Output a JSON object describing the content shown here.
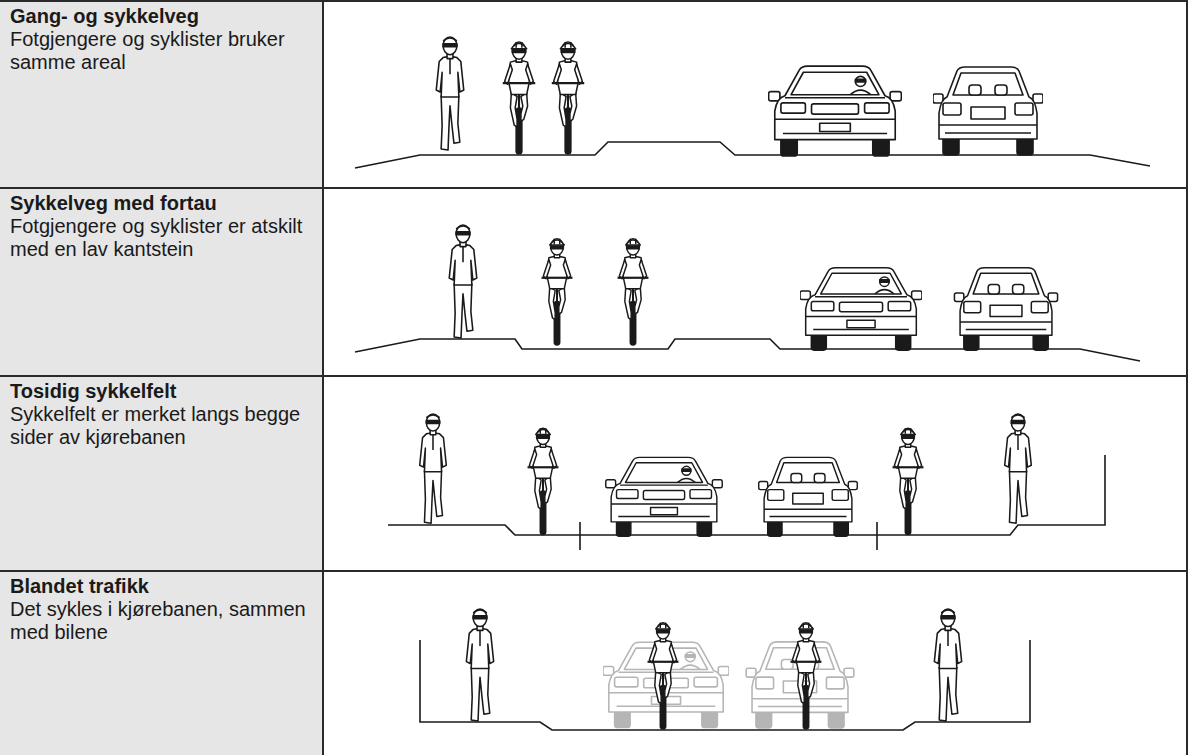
{
  "diagram": {
    "nodes": [
      {
        "text": [
          "Gang- og sykkelveg",
          "Fotgjengere og syklister bruker samme areal"
        ]
      },
      {
        "text": [
          "Sykkelveg med fortau",
          "Fotgjengere og syklister er atskilt med en lav kantstein"
        ]
      },
      {
        "text": [
          "Tosidig sykkelfelt",
          "Sykkelfelt er merket langs begge sider av kjørebanen"
        ]
      },
      {
        "text": [
          "Blandet trafikk",
          "Det sykles i kjørebanen, sammen med bilene"
        ]
      }
    ]
  }
}
